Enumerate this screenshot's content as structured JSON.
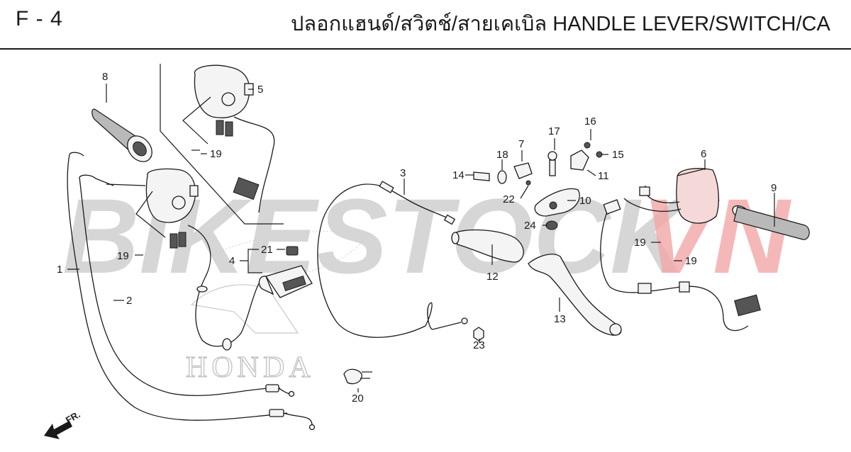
{
  "header": {
    "page_code": "F - 4",
    "title": "ปลอกแฮนด์/สวิตช์/สายเคเบิล  HANDLE LEVER/SWITCH/CA"
  },
  "watermark": {
    "left": "BIKESTOCK",
    "right": "VN",
    "brand": "HONDA",
    "left_color": "#c8c8c8",
    "right_color": "#f2a6a6"
  },
  "direction": {
    "label": "FR."
  },
  "callouts": [
    "1",
    "2",
    "3",
    "4",
    "5",
    "6",
    "7",
    "8",
    "9",
    "10",
    "11",
    "12",
    "13",
    "14",
    "15",
    "16",
    "17",
    "18",
    "19",
    "19",
    "19",
    "19",
    "20",
    "21",
    "22",
    "23",
    "24"
  ]
}
